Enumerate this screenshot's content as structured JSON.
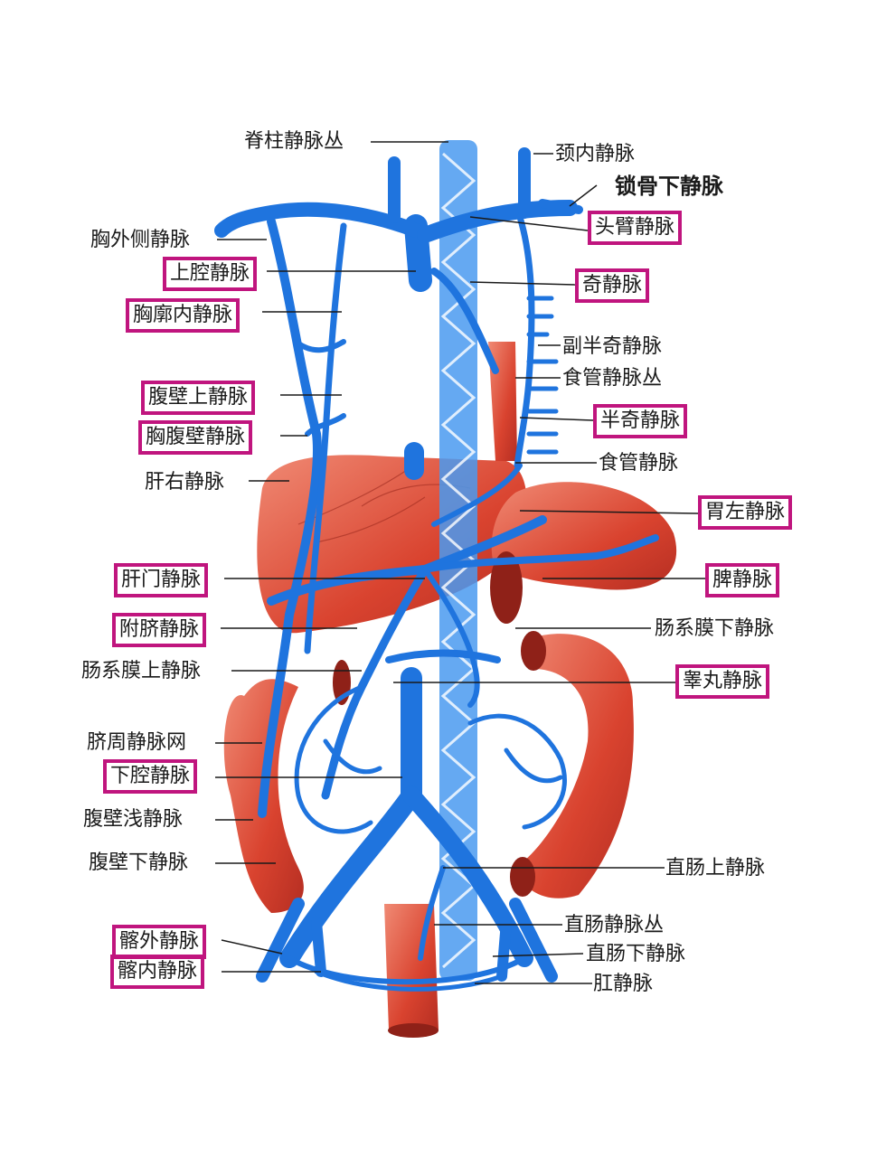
{
  "colors": {
    "vein": "#1f74de",
    "vein_light": "#3f95ef",
    "organ": "#e4503e",
    "organ_light": "#f28a7d",
    "highlight_border": "#c0157e",
    "leader": "#1a1a1a"
  },
  "labels": {
    "spinal_plexus": "脊柱静脉丛",
    "internal_jugular": "颈内静脉",
    "subclavian": "锁骨下静脉",
    "brachiocephalic": "头臂静脉",
    "lateral_thoracic": "胸外侧静脉",
    "superior_vena_cava": "上腔静脉",
    "internal_thoracic": "胸廓内静脉",
    "azygos": "奇静脉",
    "accessory_hemiazygos": "副半奇静脉",
    "esophageal_plexus": "食管静脉丛",
    "superior_epigastric": "腹壁上静脉",
    "hemiazygos": "半奇静脉",
    "thoracoepigastric": "胸腹壁静脉",
    "right_hepatic": "肝右静脉",
    "esophageal_vein": "食管静脉",
    "left_gastric": "胃左静脉",
    "portal": "肝门静脉",
    "splenic": "脾静脉",
    "paraumbilical": "附脐静脉",
    "inferior_mesenteric": "肠系膜下静脉",
    "superior_mesenteric": "肠系膜上静脉",
    "testicular": "睾丸静脉",
    "periumbilical_network": "脐周静脉网",
    "inferior_vena_cava": "下腔静脉",
    "superficial_epigastric": "腹壁浅静脉",
    "inferior_epigastric": "腹壁下静脉",
    "superior_rectal": "直肠上静脉",
    "rectal_plexus": "直肠静脉丛",
    "external_iliac": "髂外静脉",
    "inferior_rectal": "直肠下静脉",
    "internal_iliac": "髂内静脉",
    "anal": "肛静脉"
  }
}
